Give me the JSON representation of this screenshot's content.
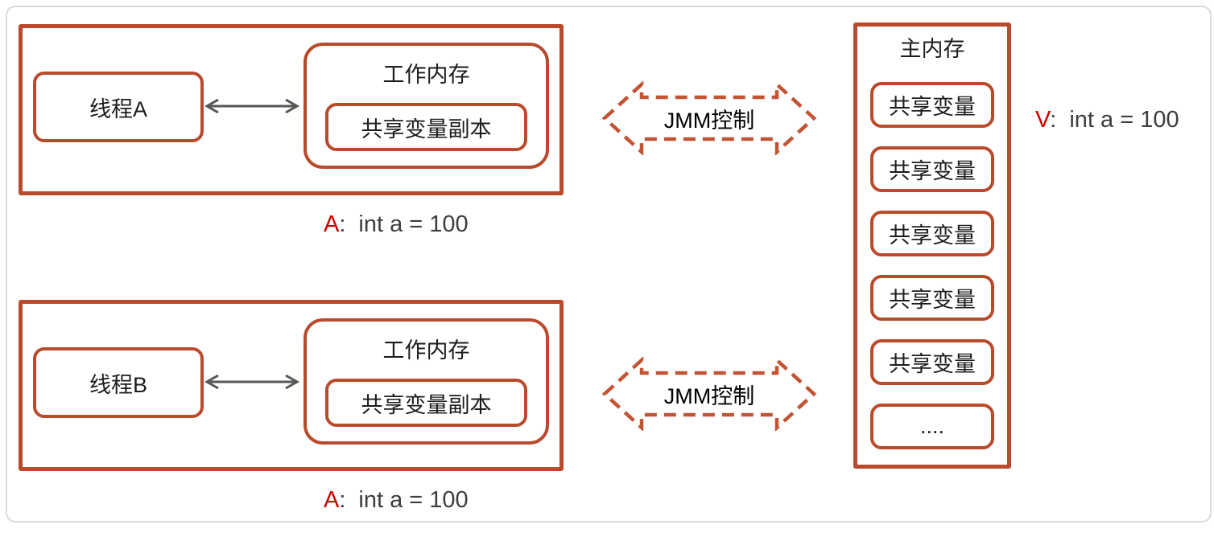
{
  "colors": {
    "box_border": "#b94a2c",
    "dashed_arrow": "#c25434",
    "red_letter": "#cc0000",
    "dark_text": "#3d3d3d",
    "gray_arrow": "#575757"
  },
  "thread_a_group": {
    "thread_label": "线程A",
    "working_memory_title": "工作内存",
    "shared_copy_label": "共享变量副本",
    "annotation_letter": "A",
    "annotation_colon": ":",
    "annotation_expr": "int a = 100"
  },
  "thread_b_group": {
    "thread_label": "线程B",
    "working_memory_title": "工作内存",
    "shared_copy_label": "共享变量副本",
    "annotation_letter": "A",
    "annotation_colon": ":",
    "annotation_expr": "int a = 100"
  },
  "jmm_arrow_top": {
    "label": "JMM控制"
  },
  "jmm_arrow_bottom": {
    "label": "JMM控制"
  },
  "main_memory": {
    "title": "主内存",
    "slots": [
      "共享变量",
      "共享变量",
      "共享变量",
      "共享变量",
      "共享变量",
      "...."
    ],
    "annotation_letter": "V",
    "annotation_colon": ":",
    "annotation_expr": "int a = 100"
  }
}
